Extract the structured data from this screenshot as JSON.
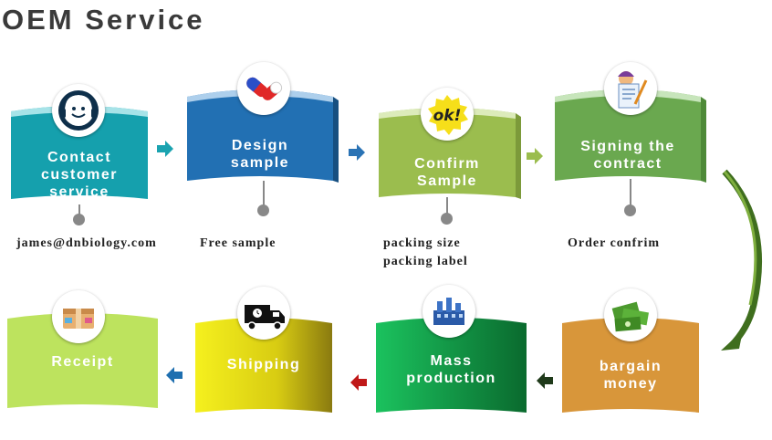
{
  "title": "OEM Service",
  "stages": [
    {
      "id": "contact",
      "label": "Contact\ncustomer\nservice",
      "note": [
        "james@dnbiology.com"
      ],
      "icon": "headset-icon",
      "color": "#1aa3b0"
    },
    {
      "id": "design",
      "label": "Design\nsample",
      "note": [
        "Free sample"
      ],
      "icon": "capsules-icon",
      "color": "#2a73b5"
    },
    {
      "id": "confirm",
      "label": "Confirm\nSample",
      "note": [
        "packing size",
        "packing label"
      ],
      "icon": "ok-icon",
      "color": "#9bbd4e"
    },
    {
      "id": "contract",
      "label": "Signing the\ncontract",
      "note": [
        "Order confrim"
      ],
      "icon": "contract-icon",
      "color": "#6aa84f"
    },
    {
      "id": "bargain",
      "label": "bargain\nmoney",
      "icon": "money-icon",
      "color": "#de9a38"
    },
    {
      "id": "mass",
      "label": "Mass\nproduction",
      "icon": "factory-icon",
      "color": "#129a4a"
    },
    {
      "id": "shipping",
      "label": "Shipping",
      "icon": "truck-icon",
      "color": "#d9d41a"
    },
    {
      "id": "receipt",
      "label": "Receipt",
      "icon": "package-icon",
      "color": "#b7e05a"
    }
  ]
}
